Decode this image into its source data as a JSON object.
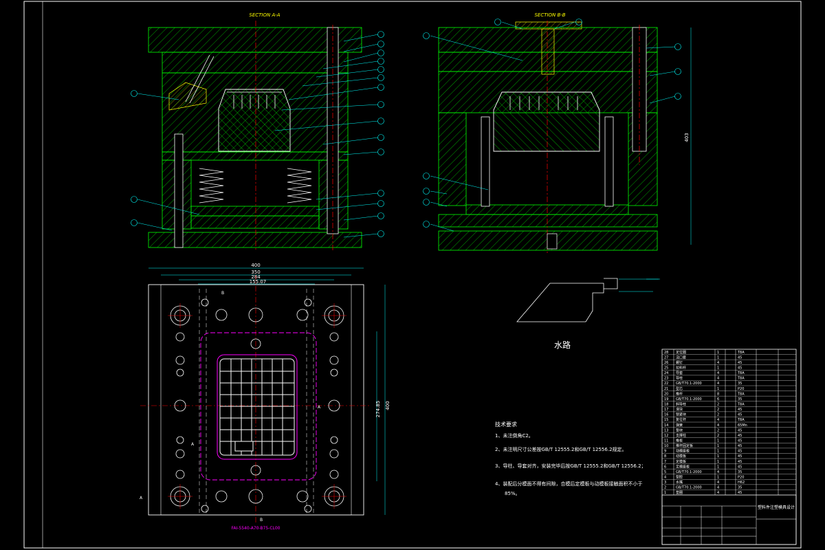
{
  "sections": {
    "a_title": "SECTION A-A",
    "b_title": "SECTION B-B"
  },
  "plan": {
    "dim_overall": "400",
    "dim_350": "350",
    "dim_284": "284",
    "dim_155": "155.07",
    "dim_height": "400",
    "dim_inner": "274.85",
    "dim_section_b": "403",
    "cut_b": "B",
    "cut_a": "A",
    "part_no": "FAI-5540-A70-B75-CL00"
  },
  "water": {
    "label": "水路"
  },
  "notes": {
    "title": "技术要求",
    "items": [
      "1、未注倒角C2。",
      "2、未注明尺寸公差按GB/T 12555.2和GB/T 12556.2规定。",
      "3、导柱、导套对齐，安装完毕后按GB/T 12555.2和GB/T 12556.2；",
      "4、装配后分模面不得有间隙，合模后定模板与动模板接触面积不小于",
      "85%。"
    ]
  },
  "bom": {
    "rows": [
      {
        "no": "28",
        "name": "定位圈",
        "qty": "1",
        "mat": "T8A",
        "std": ""
      },
      {
        "no": "27",
        "name": "浇口套",
        "qty": "1",
        "mat": "45",
        "std": ""
      },
      {
        "no": "26",
        "name": "螺钉",
        "qty": "4",
        "mat": "45",
        "std": ""
      },
      {
        "no": "25",
        "name": "拉料杆",
        "qty": "1",
        "mat": "45",
        "std": ""
      },
      {
        "no": "24",
        "name": "导套",
        "qty": "4",
        "mat": "T8A",
        "std": ""
      },
      {
        "no": "23",
        "name": "导柱",
        "qty": "4",
        "mat": "T8A",
        "std": ""
      },
      {
        "no": "22",
        "name": "GB/T70.1-2000",
        "qty": "4",
        "mat": "35",
        "std": ""
      },
      {
        "no": "21",
        "name": "型芯",
        "qty": "1",
        "mat": "P20",
        "std": ""
      },
      {
        "no": "20",
        "name": "推杆",
        "qty": "8",
        "mat": "T8A",
        "std": ""
      },
      {
        "no": "19",
        "name": "GB/T70.1-2000",
        "qty": "6",
        "mat": "35",
        "std": ""
      },
      {
        "no": "18",
        "name": "斜导柱",
        "qty": "2",
        "mat": "T8A",
        "std": ""
      },
      {
        "no": "17",
        "name": "滑块",
        "qty": "2",
        "mat": "45",
        "std": ""
      },
      {
        "no": "16",
        "name": "锁紧块",
        "qty": "2",
        "mat": "45",
        "std": ""
      },
      {
        "no": "15",
        "name": "复位杆",
        "qty": "4",
        "mat": "T8A",
        "std": ""
      },
      {
        "no": "14",
        "name": "弹簧",
        "qty": "4",
        "mat": "65Mn",
        "std": ""
      },
      {
        "no": "13",
        "name": "垫块",
        "qty": "2",
        "mat": "45",
        "std": ""
      },
      {
        "no": "12",
        "name": "支撑柱",
        "qty": "2",
        "mat": "45",
        "std": ""
      },
      {
        "no": "11",
        "name": "推板",
        "qty": "1",
        "mat": "45",
        "std": ""
      },
      {
        "no": "10",
        "name": "推杆固定板",
        "qty": "1",
        "mat": "45",
        "std": ""
      },
      {
        "no": "9",
        "name": "动模座板",
        "qty": "1",
        "mat": "45",
        "std": ""
      },
      {
        "no": "8",
        "name": "动模板",
        "qty": "1",
        "mat": "45",
        "std": ""
      },
      {
        "no": "7",
        "name": "定模板",
        "qty": "1",
        "mat": "45",
        "std": ""
      },
      {
        "no": "6",
        "name": "定模座板",
        "qty": "1",
        "mat": "45",
        "std": ""
      },
      {
        "no": "5",
        "name": "GB/T70.1-2000",
        "qty": "4",
        "mat": "35",
        "std": ""
      },
      {
        "no": "4",
        "name": "型腔",
        "qty": "1",
        "mat": "P20",
        "std": ""
      },
      {
        "no": "3",
        "name": "水嘴",
        "qty": "4",
        "mat": "H62",
        "std": ""
      },
      {
        "no": "2",
        "name": "GB/T70.1-2000",
        "qty": "4",
        "mat": "35",
        "std": ""
      },
      {
        "no": "1",
        "name": "垫圈",
        "qty": "4",
        "mat": "45",
        "std": ""
      }
    ],
    "title": "塑料件注塑模具设计"
  },
  "colors": {
    "frame": "#00ffff",
    "hatch": "#00ff00",
    "part": "#ffffff",
    "centre": "#ff0000",
    "spring": "#ffffff",
    "cavity": "#ff00ff",
    "label": "#ffff00"
  }
}
